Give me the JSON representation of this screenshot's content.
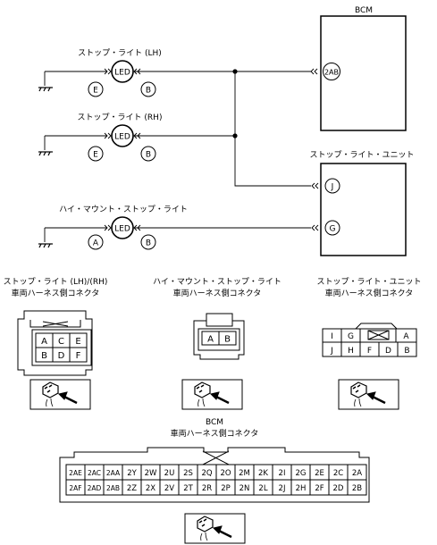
{
  "bcm": {
    "title": "BCM",
    "pin": "2AB"
  },
  "lamps": [
    {
      "name": "ストップ・ライト (LH)",
      "led": "LED",
      "pins": [
        "E",
        "B"
      ]
    },
    {
      "name": "ストップ・ライト (RH)",
      "led": "LED",
      "pins": [
        "E",
        "B"
      ]
    },
    {
      "name": "ハイ・マウント・ストップ・ライト",
      "led": "LED",
      "pins": [
        "A",
        "B"
      ]
    }
  ],
  "unit": {
    "title": "ストップ・ライト・ユニット",
    "pins": [
      "J",
      "G"
    ]
  },
  "connectors": {
    "stop_lh_rh": {
      "title": "ストップ・ライト (LH)/(RH)",
      "subtitle": "車両ハーネス側コネクタ",
      "rows": [
        [
          "A",
          "C",
          "E"
        ],
        [
          "B",
          "D",
          "F"
        ]
      ]
    },
    "high_mount": {
      "title": "ハイ・マウント・ストップ・ライト",
      "subtitle": "車両ハーネス側コネクタ",
      "rows": [
        [
          "A",
          "B"
        ]
      ]
    },
    "unit": {
      "title": "ストップ・ライト・ユニット",
      "subtitle": "車両ハーネス側コネクタ",
      "rows": [
        [
          "I",
          "G",
          "A"
        ],
        [
          "J",
          "H",
          "F",
          "D",
          "B"
        ]
      ]
    },
    "bcm": {
      "title": "BCM",
      "subtitle": "車両ハーネス側コネクタ",
      "rows": [
        [
          "2AE",
          "2AC",
          "2AA",
          "2Y",
          "2W",
          "2U",
          "2S",
          "2Q",
          "2O",
          "2M",
          "2K",
          "2I",
          "2G",
          "2E",
          "2C",
          "2A"
        ],
        [
          "2AF",
          "2AD",
          "2AB",
          "2Z",
          "2X",
          "2V",
          "2T",
          "2R",
          "2P",
          "2N",
          "2L",
          "2J",
          "2H",
          "2F",
          "2D",
          "2B"
        ]
      ]
    }
  }
}
